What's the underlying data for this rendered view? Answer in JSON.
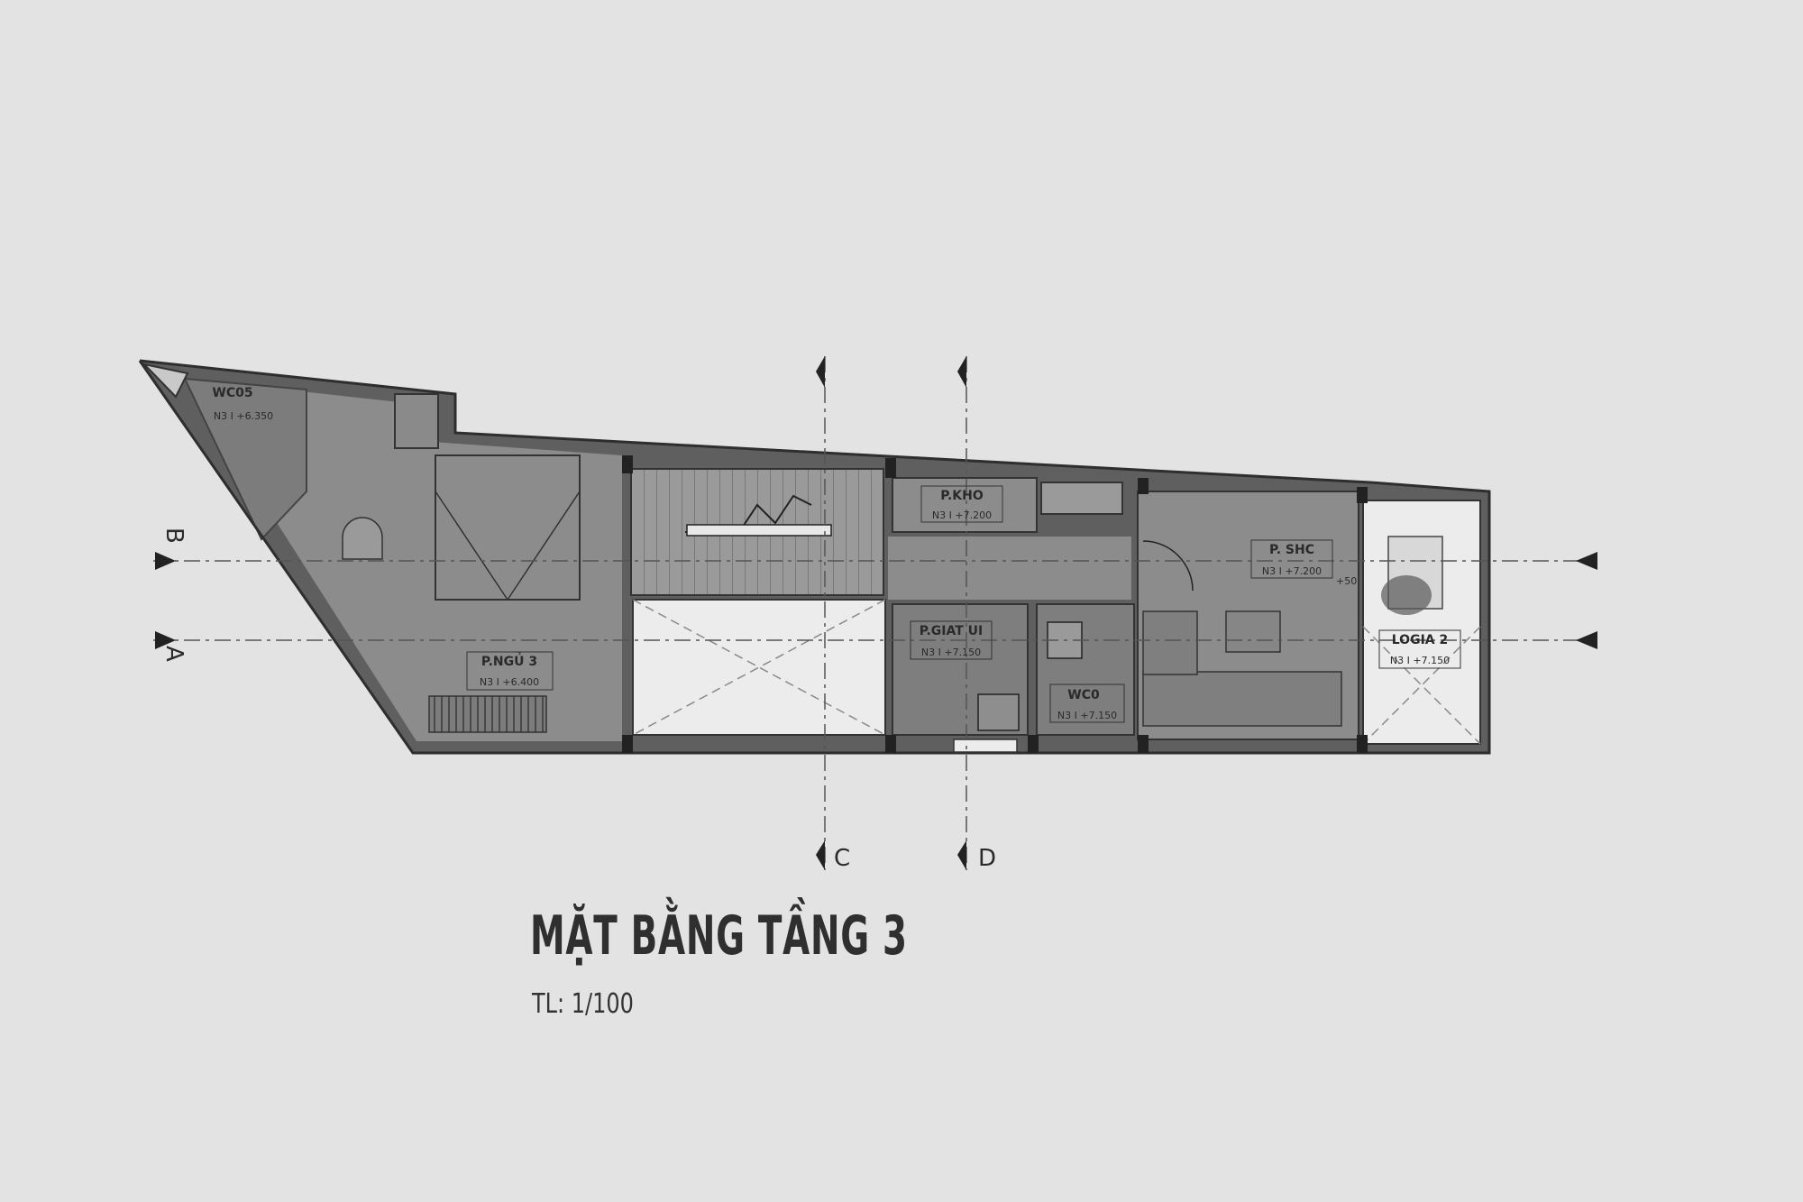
{
  "title": "MẶT BẰNG TẦNG 3",
  "scale": "TL: 1/100",
  "section_marks": {
    "a": "A",
    "b": "B",
    "c": "C",
    "d": "D"
  },
  "dim_note": "+50",
  "rooms": {
    "wc05": {
      "name": "WC05",
      "level": "N3 I +6.350"
    },
    "pkho": {
      "name": "P.KHO",
      "level": "N3 I +7.200"
    },
    "pshc": {
      "name": "P. SHC",
      "level": "N3 I +7.200"
    },
    "pgiat": {
      "name": "P.GIAT UI",
      "level": "N3 I +7.150"
    },
    "wc": {
      "name": "WC0",
      "level": "N3 I +7.150"
    },
    "logia": {
      "name": "LOGIA 2",
      "level": "N3 I +7.150"
    },
    "pngu3": {
      "name": "P.NGỦ 3",
      "level": "N3 I +6.400"
    }
  },
  "colors": {
    "paper": "#e3e3e3",
    "wall": "#5f5f5f",
    "floor": "#8c8c8c",
    "floor_dark": "#7e7e7e",
    "void": "#ececec",
    "line": "#2e2e2e"
  }
}
